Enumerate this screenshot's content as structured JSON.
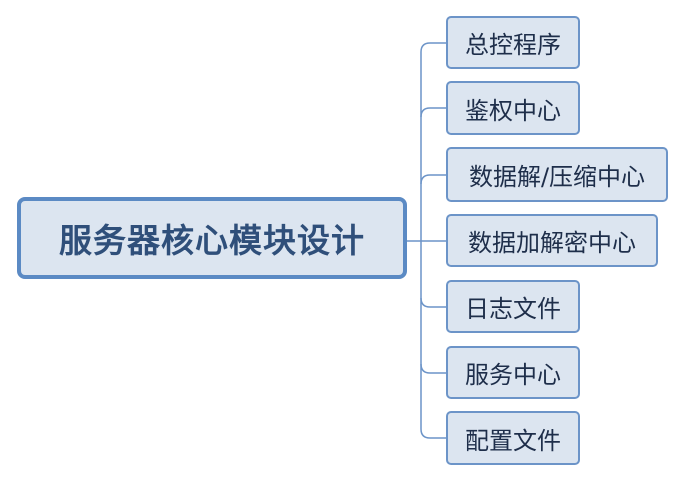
{
  "diagram": {
    "root": {
      "label": "服务器核心模块设计"
    },
    "children": [
      {
        "label": "总控程序"
      },
      {
        "label": "鉴权中心"
      },
      {
        "label": "数据解/压缩中心"
      },
      {
        "label": "数据加解密中心"
      },
      {
        "label": "日志文件"
      },
      {
        "label": "服务中心"
      },
      {
        "label": "配置文件"
      }
    ],
    "colors": {
      "node_fill": "#dce5f0",
      "root_border": "#5b8ac4",
      "child_border": "#6c94c8",
      "connector": "#6c94c8",
      "root_text": "#2f4f7a",
      "child_text": "#1e2e4a"
    }
  }
}
